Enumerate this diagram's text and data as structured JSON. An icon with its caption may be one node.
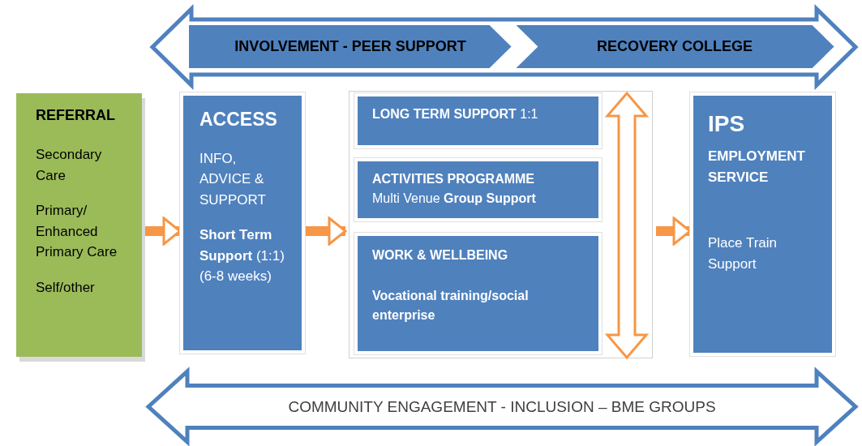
{
  "diagram": {
    "nodes": [
      {
        "text": [],
        "shape": "arrow"
      },
      {
        "text": [
          "INVOLVEMENT - PEER SUPPORT"
        ],
        "in": 0
      },
      {
        "text": [
          "RECOVERY COLLEGE"
        ],
        "in": 0
      },
      {
        "text": [
          "REFERRAL",
          "Secondary Care",
          "Primary/ Enhanced Primary Care",
          "Self/other"
        ]
      },
      {
        "text": [
          "ACCESS",
          "INFO, ADVICE & SUPPORT",
          "**Short Term Support** (1:1) (6-8 weeks)"
        ]
      },
      {
        "text": [],
        "shape": "box"
      },
      {
        "text": [
          "**LONG TERM SUPPORT** 1:1"
        ],
        "in": 5
      },
      {
        "text": [
          "ACTIVITIES PROGRAMME",
          "Multi Venue **Group Support**"
        ],
        "in": 5
      },
      {
        "text": [
          "WORK & WELLBEING",
          "Vocational training/social enterprise"
        ],
        "in": 5
      },
      {
        "text": [
          "IPS",
          "EMPLOYMENT SERVICE",
          "Place Train Support"
        ]
      },
      {
        "text": [
          "COMMUNITY ENGAGEMENT - INCLUSION – BME GROUPS"
        ]
      }
    ],
    "edges": [
      {
        "from": 3,
        "to": 4,
        "arrow": "to"
      },
      {
        "from": 4,
        "to": 5,
        "arrow": "to"
      },
      {
        "from": 5,
        "to": 9,
        "arrow": "to"
      }
    ]
  }
}
